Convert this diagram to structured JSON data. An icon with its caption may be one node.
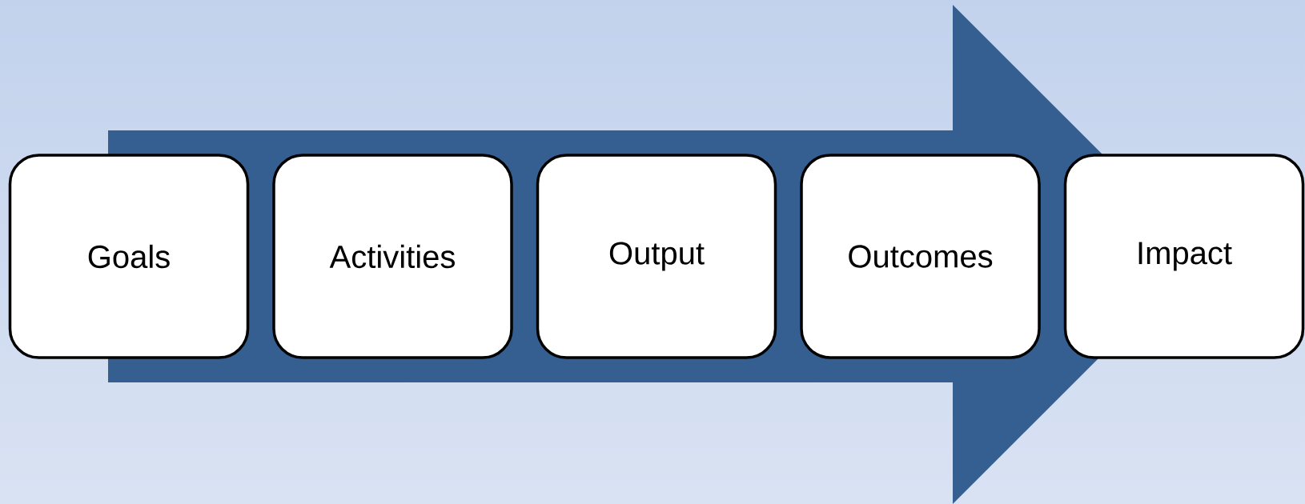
{
  "diagram": {
    "nodes": [
      {
        "text": [
          "Goals"
        ]
      },
      {
        "text": [
          "Activities"
        ]
      },
      {
        "text": [
          "Output"
        ]
      },
      {
        "text": [
          "Outcomes"
        ]
      },
      {
        "text": [
          "Impact"
        ]
      }
    ],
    "edges": [
      {
        "from": 0,
        "to": 4,
        "arrow": "to"
      }
    ]
  }
}
